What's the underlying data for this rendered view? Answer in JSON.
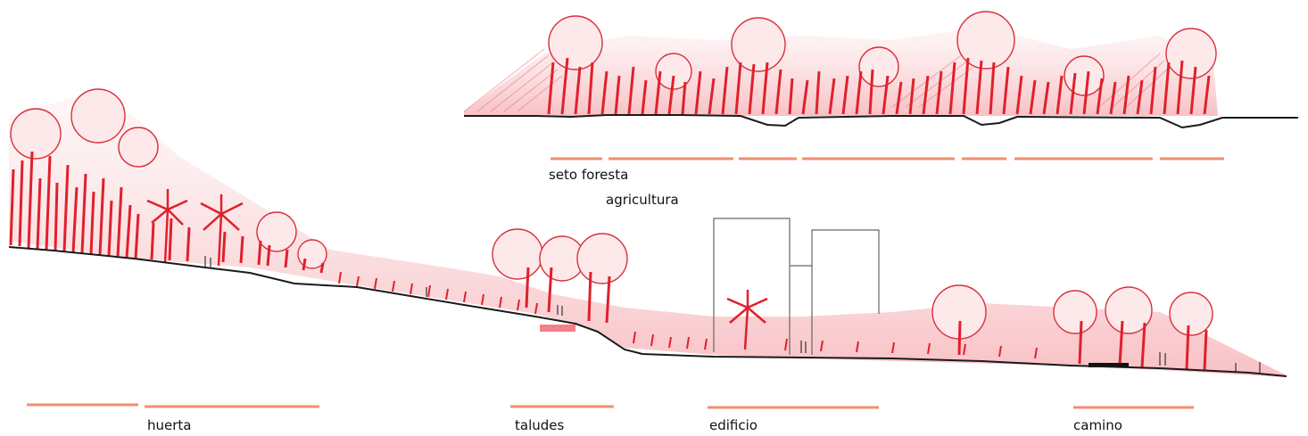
{
  "labels": {
    "seto_foresta": "seto foresta",
    "agricultura": "agricultura",
    "huerta": "huerta",
    "taludes": "taludes",
    "edificio": "edificio",
    "camino": "camino"
  },
  "colors": {
    "vegetation": "#e0202c",
    "vegetation_light": "#f4a3a8",
    "ground_line": "#1a1a1a",
    "zone_bar": "#ef8f70",
    "building_outline": "#666666"
  }
}
